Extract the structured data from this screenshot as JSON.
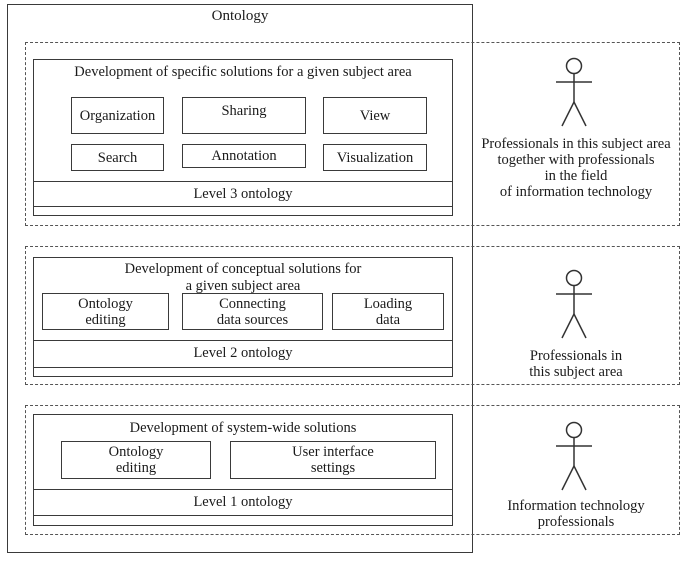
{
  "ontology": {
    "title": "Ontology"
  },
  "level3": {
    "heading": "Development of specific solutions for a given subject area",
    "boxes": [
      "Organization",
      "Sharing",
      "View",
      "Search",
      "Annotation",
      "Visualization"
    ],
    "level_label": "Level 3 ontology",
    "actor": "Professionals in this subject area together with professionals in the field of information technology",
    "actor_lines": [
      "Professionals in this subject area",
      "together with professionals",
      "in the field",
      "of information technology"
    ]
  },
  "level2": {
    "heading_lines": [
      "Development of conceptual solutions for",
      "a given subject area"
    ],
    "boxes": [
      [
        "Ontology",
        "editing"
      ],
      [
        "Connecting",
        "data sources"
      ],
      [
        "Loading",
        "data"
      ]
    ],
    "level_label": "Level 2 ontology",
    "actor_lines": [
      "Professionals in",
      "this subject area"
    ]
  },
  "level1": {
    "heading": "Development of system-wide solutions",
    "boxes": [
      [
        "Ontology",
        "editing"
      ],
      [
        "User interface",
        "settings"
      ]
    ],
    "level_label": "Level 1 ontology",
    "actor_lines": [
      "Information technology",
      "professionals"
    ]
  },
  "icons": {
    "actor": "stick-figure-icon"
  }
}
